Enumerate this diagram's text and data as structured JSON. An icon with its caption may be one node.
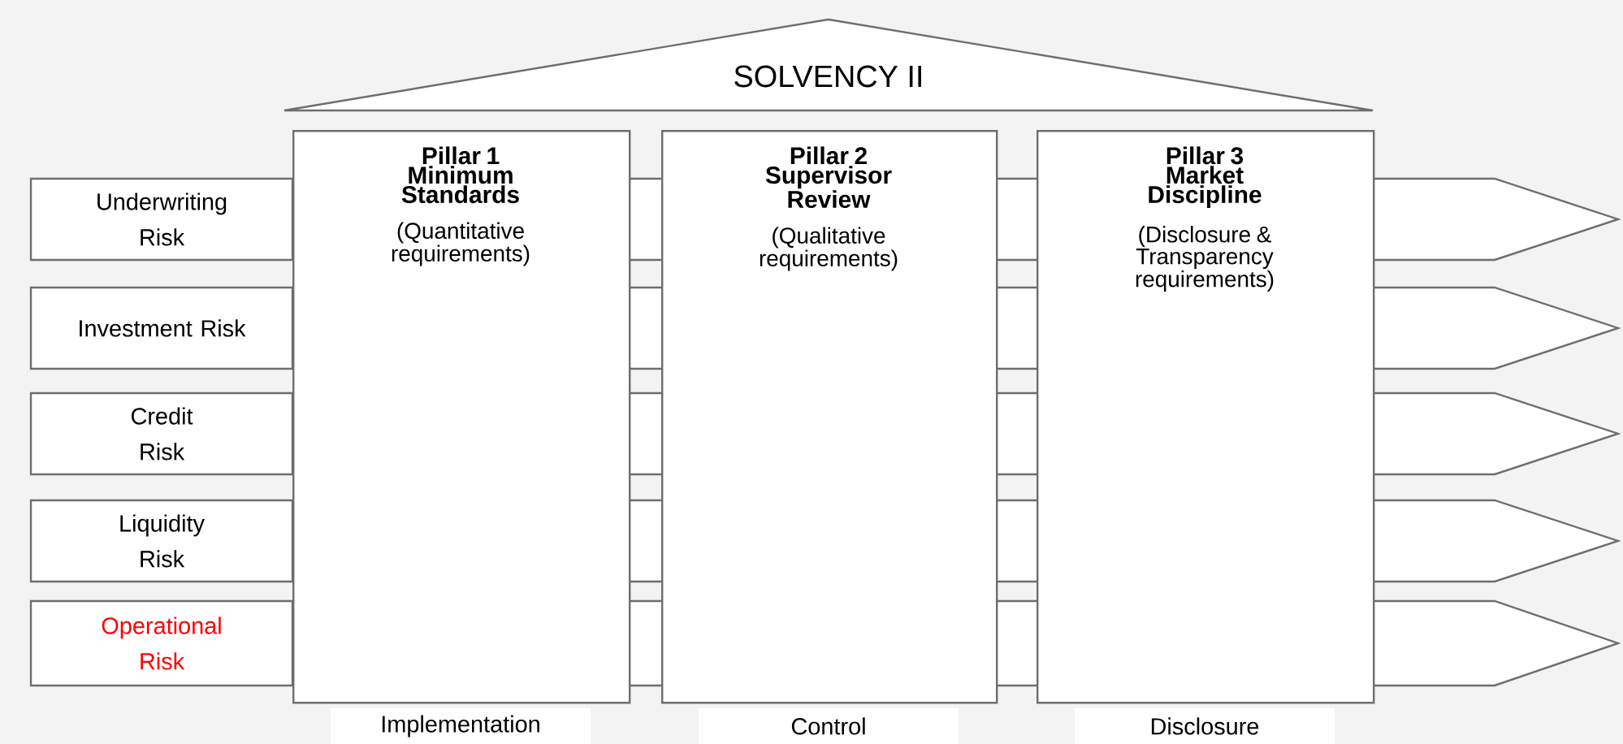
{
  "diagram": {
    "nodes": [
      {
        "text": [
          "SOLVENCY II"
        ]
      },
      {
        "text": [
          "Pillar 1",
          "Minimum Standards",
          "(Quantitative requirements)"
        ],
        "beside": [
          "Implementation"
        ]
      },
      {
        "text": [
          "Pillar 2",
          "Supervisor Review",
          "(Qualitative requirements)"
        ],
        "beside": [
          "Control"
        ]
      },
      {
        "text": [
          "Pillar 3",
          "Market Discipline",
          "(Disclosure & Transparency requirements)"
        ],
        "beside": [
          "Disclosure"
        ]
      },
      {
        "text": [
          "Underwriting Risk"
        ]
      },
      {
        "text": [
          "Investment Risk"
        ]
      },
      {
        "text": [
          "Credit Risk"
        ]
      },
      {
        "text": [
          "Liquidity Risk"
        ]
      },
      {
        "text": [
          "Operational Risk"
        ]
      }
    ]
  }
}
